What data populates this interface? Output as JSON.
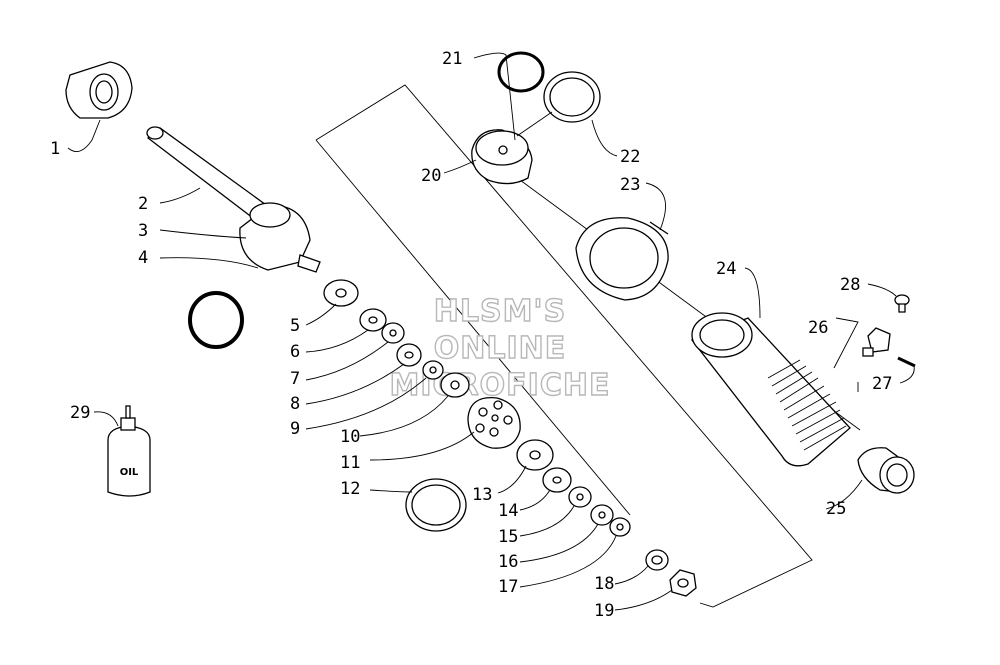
{
  "callouts": [
    "1",
    "2",
    "3",
    "4",
    "5",
    "6",
    "7",
    "8",
    "9",
    "10",
    "11",
    "12",
    "13",
    "14",
    "15",
    "16",
    "17",
    "18",
    "19",
    "20",
    "21",
    "22",
    "23",
    "24",
    "25",
    "26",
    "27",
    "28",
    "29"
  ],
  "oil_label": "OIL",
  "watermark": [
    "HLSM'S",
    "ONLINE",
    "MICROFICHE"
  ]
}
